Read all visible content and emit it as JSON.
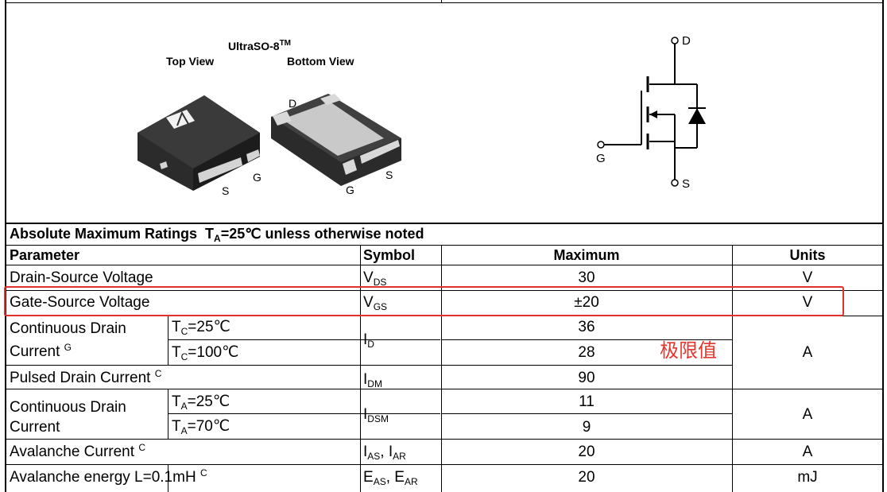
{
  "package": {
    "name": "UltraSO-8",
    "tm": "TM",
    "top_view_label": "Top View",
    "bottom_view_label": "Bottom View",
    "pin_labels": {
      "d": "D",
      "g": "G",
      "s": "S"
    }
  },
  "schematic": {
    "d": "D",
    "g": "G",
    "s": "S"
  },
  "section_title": {
    "main": "Absolute Maximum Ratings",
    "cond_prefix": "T",
    "cond_sub": "A",
    "cond_suffix": "=25℃ unless otherwise noted"
  },
  "headers": {
    "parameter": "Parameter",
    "symbol": "Symbol",
    "maximum": "Maximum",
    "units": "Units"
  },
  "rows": {
    "vds": {
      "parameter": "Drain-Source Voltage",
      "sym": "V",
      "sub": "DS",
      "max": "30",
      "unit": "V"
    },
    "vgs": {
      "parameter": "Gate-Source Voltage",
      "sym": "V",
      "sub": "GS",
      "max": "±20",
      "unit": "V"
    },
    "id": {
      "param_line1": "Continuous Drain",
      "param_line2": "Current",
      "note": "G",
      "cond1_pre": "T",
      "cond1_sub": "C",
      "cond1_post": "=25℃",
      "cond2_pre": "T",
      "cond2_sub": "C",
      "cond2_post": "=100℃",
      "sym": "I",
      "sub": "D",
      "max1": "36",
      "max2": "28",
      "unit": "A"
    },
    "idm": {
      "parameter": "Pulsed Drain Current",
      "note": "C",
      "sym": "I",
      "sub": "DM",
      "max": "90"
    },
    "idsm": {
      "param_line1": "Continuous Drain",
      "param_line2": "Current",
      "cond1_pre": "T",
      "cond1_sub": "A",
      "cond1_post": "=25℃",
      "cond2_pre": "T",
      "cond2_sub": "A",
      "cond2_post": "=70℃",
      "sym": "I",
      "sub": "DSM",
      "max1": "11",
      "max2": "9",
      "unit": "A"
    },
    "ias": {
      "parameter": "Avalanche Current",
      "note": "C",
      "sym1": "I",
      "sub1": "AS",
      "sep": ", ",
      "sym2": "I",
      "sub2": "AR",
      "max": "20",
      "unit": "A"
    },
    "eas": {
      "parameter": "Avalanche energy L=0.1mH",
      "note": "C",
      "sym1": "E",
      "sub1": "AS",
      "sep": ", ",
      "sym2": "E",
      "sub2": "AR",
      "max": "20",
      "unit": "mJ"
    }
  },
  "annotation": {
    "text": "极限值",
    "color": "#e6352d"
  },
  "colors": {
    "highlight": "#e0312a"
  }
}
